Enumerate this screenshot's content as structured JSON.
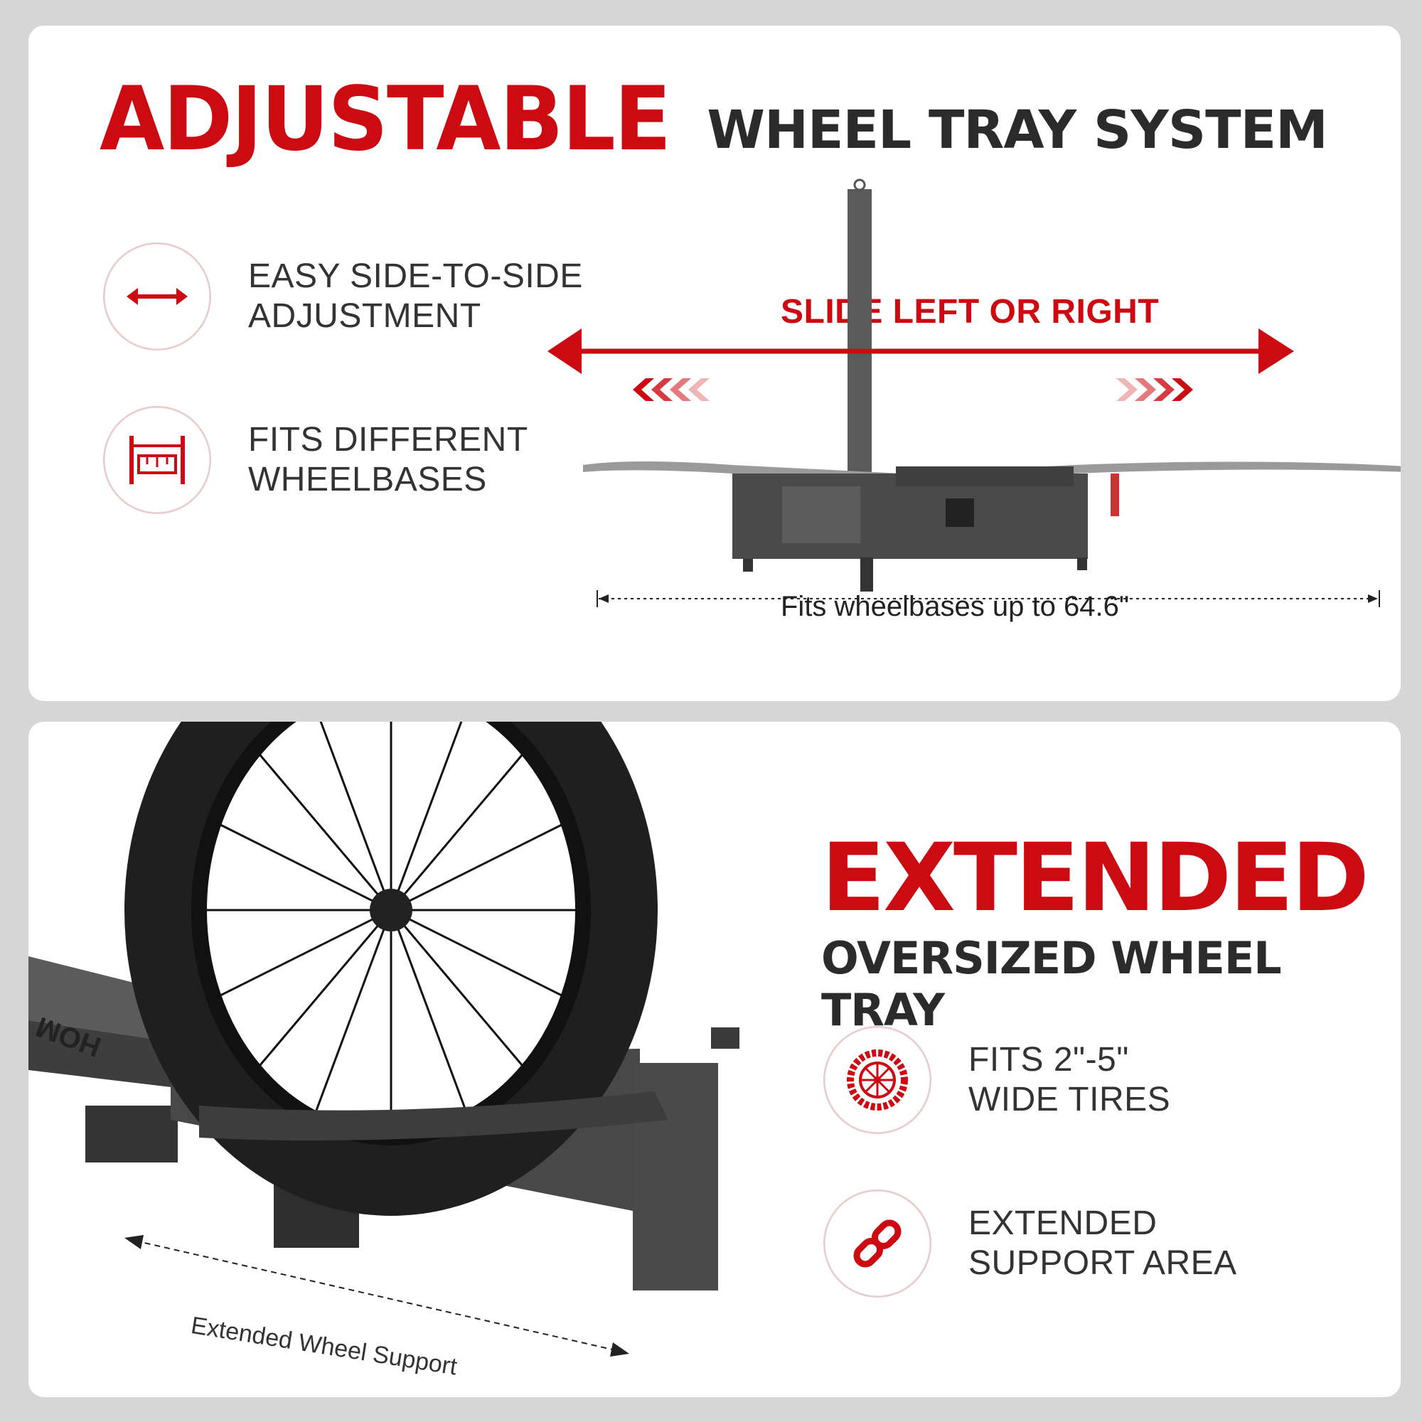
{
  "top": {
    "title_big": "ADJUSTABLE",
    "title_small": "WHEEL TRAY SYSTEM",
    "features": [
      {
        "icon": "double-arrow-icon",
        "line1": "EASY SIDE-TO-SIDE",
        "line2": "ADJUSTMENT"
      },
      {
        "icon": "ruler-frame-icon",
        "line1": "FITS DIFFERENT",
        "line2": "WHEELBASES"
      }
    ],
    "slide_label": "SLIDE LEFT OR RIGHT",
    "caption": "Fits wheelbases up to 64.6\""
  },
  "bottom": {
    "title_big": "EXTENDED",
    "title_small": "OVERSIZED WHEEL TRAY",
    "features": [
      {
        "icon": "tire-icon",
        "line1": "FITS 2\"-5\"",
        "line2": "WIDE TIRES"
      },
      {
        "icon": "link-icon",
        "line1": "EXTENDED",
        "line2": "SUPPORT AREA"
      }
    ],
    "rotated_caption": "Extended Wheel Support",
    "brand_mark": "HOM"
  },
  "colors": {
    "accent": "#cc0a12",
    "text": "#2b2b2b",
    "background": "#d6d6d6",
    "panel": "#ffffff"
  }
}
